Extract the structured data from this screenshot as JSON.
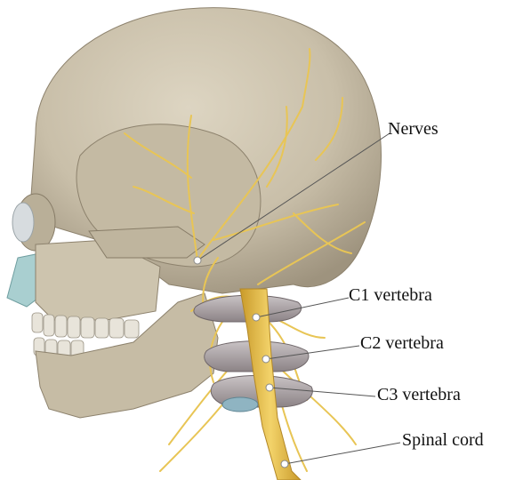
{
  "labels": {
    "nerves": "Nerves",
    "c1": "C1 vertebra",
    "c2": "C2 vertebra",
    "c3": "C3 vertebra",
    "spinal_cord": "Spinal cord"
  },
  "colors": {
    "bone": "#ccc3ae",
    "bone_shadow": "#9d937e",
    "nerve": "#e8c555",
    "eye": "#d7dcdf",
    "cartilage": "#a9cfd0",
    "leader_line": "#555555"
  }
}
